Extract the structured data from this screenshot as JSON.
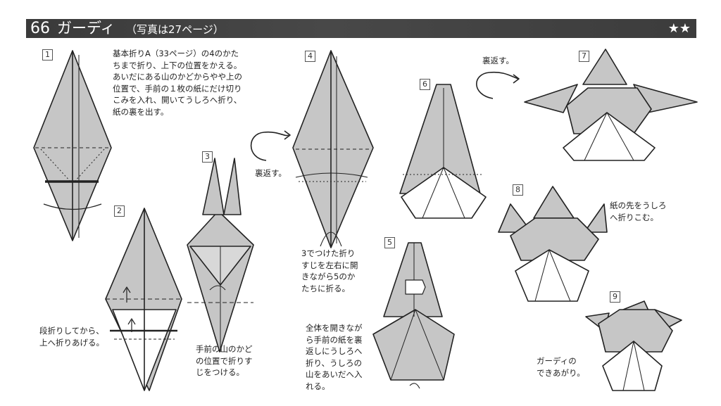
{
  "header": {
    "number": "66",
    "title": "ガーディ",
    "subtitle": "（写真は27ページ）",
    "difficulty": "★★"
  },
  "steps": [
    {
      "num": "1",
      "lines": [
        "基本折りA（33ページ）の4のかた",
        "ちまで折り、上下の位置をかえる。",
        "あいだにある山のかどからやや上の",
        "位置で、手前の１枚の紙にだけ切り",
        "こみを入れ、開いてうしろへ折り、",
        "紙の裏を出す。"
      ]
    },
    {
      "num": "2",
      "lines": [
        "段折りしてから、",
        "上へ折りあげる。"
      ]
    },
    {
      "num": "3",
      "lines": [
        "手前の山のかど",
        "の位置で折りす",
        "じをつける。"
      ]
    },
    {
      "num": "4",
      "lines": [
        "3でつけた折り",
        "すじを左右に開",
        "きながら5のか",
        "たちに折る。"
      ]
    },
    {
      "num": "5",
      "lines": [
        "全体を開きなが",
        "ら手前の紙を裏",
        "返しにうしろへ",
        "折り、うしろの",
        "山をあいだへ入",
        "れる。"
      ]
    },
    {
      "num": "6",
      "lines": []
    },
    {
      "num": "7",
      "lines": []
    },
    {
      "num": "8",
      "lines": [
        "紙の先をうしろ",
        "へ折りこむ。"
      ]
    },
    {
      "num": "9",
      "lines": [
        "ガーディの",
        "できあがり。"
      ]
    }
  ],
  "turn_over_labels": [
    "裏返す。",
    "裏返す。"
  ]
}
